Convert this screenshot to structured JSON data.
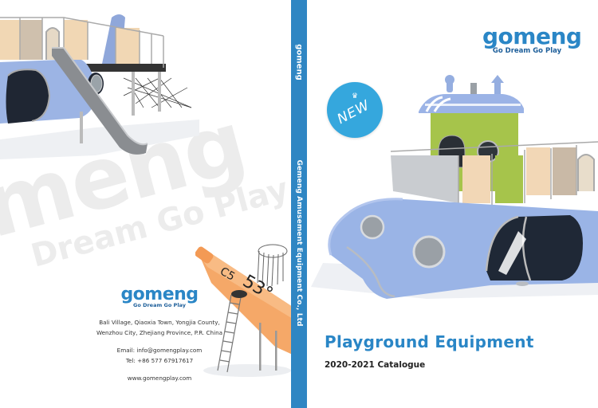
{
  "back_cover": {
    "watermark": {
      "brand": "meng",
      "tagline": "Dream Go Play"
    },
    "logo": {
      "brand": "gomeng",
      "tagline": "Go Dream Go Play"
    },
    "address_line1": "Bali Village, Qiaoxia Town, Yongjia County,",
    "address_line2": "Wenzhou City, Zhejiang Province, P.R. China",
    "email": "Email: info@gomengplay.com",
    "tel": "Tel: +86 577 67917617",
    "website": "www.gomengplay.com",
    "product_image_top": "airplane-playground-structure",
    "product_image_bottom": "orange-rocket-slide-structure",
    "rocket_labels": [
      "C5",
      "53°"
    ]
  },
  "spine": {
    "logo": "gomeng",
    "title": "Gemeng Amusement Equipment Co., Ltd",
    "color": "#2f86c3"
  },
  "front_cover": {
    "logo": {
      "brand": "gomeng",
      "tagline": "Go Dream Go Play"
    },
    "badge": {
      "label": "NEW",
      "icon": "crown-icon",
      "color": "#35a7dd"
    },
    "title": "Playground Equipment",
    "subtitle": "2020-2021 Catalogue",
    "product_image": "submarine-playground-structure",
    "accent_color": "#2a86c6"
  }
}
